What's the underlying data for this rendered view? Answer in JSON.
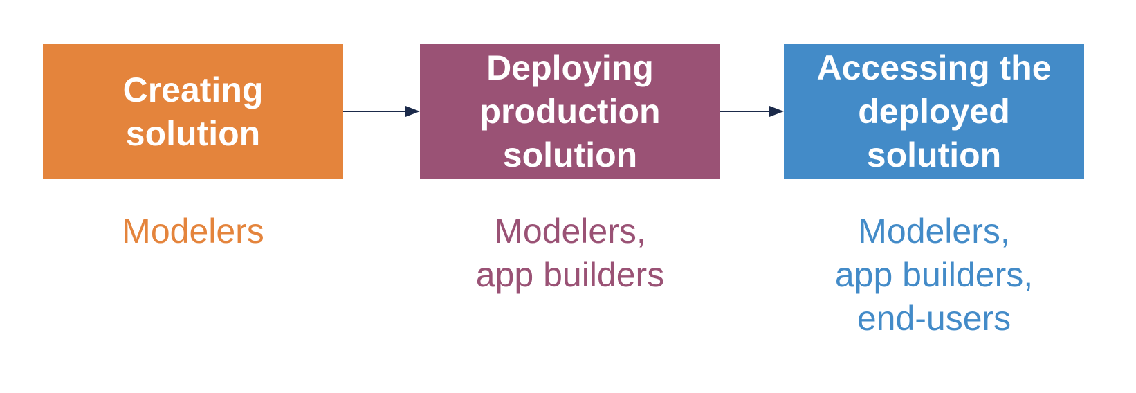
{
  "stages": [
    {
      "title": "Creating\nsolution",
      "roles": "Modelers",
      "color": "#E4843C"
    },
    {
      "title": "Deploying\nproduction\nsolution",
      "roles": "Modelers,\napp builders",
      "color": "#9A5275"
    },
    {
      "title": "Accessing the\ndeployed\nsolution",
      "roles": "Modelers,\napp builders,\nend-users",
      "color": "#438BC8"
    }
  ],
  "arrow_color": "#1B2A4A"
}
